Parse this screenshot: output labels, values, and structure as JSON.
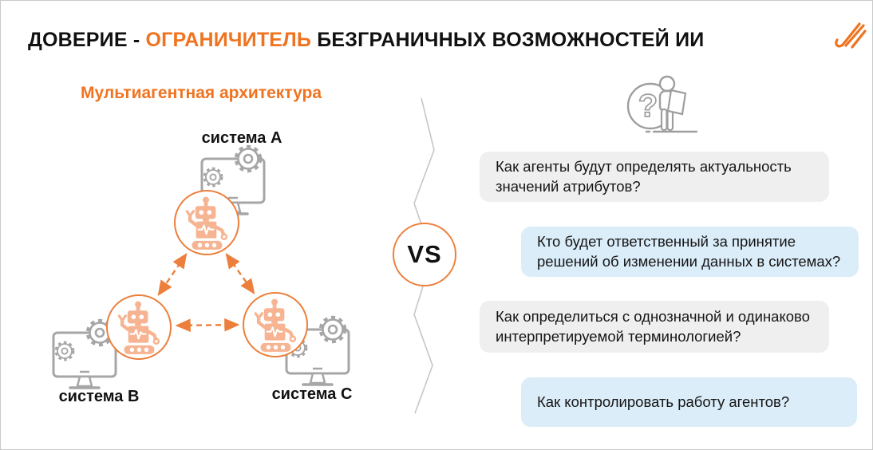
{
  "slide": {
    "title": {
      "part1": "ДОВЕРИЕ - ",
      "accent": "ОГРАНИЧИТЕЛЬ",
      "part2": " БЕЗГРАНИЧНЫХ ВОЗМОЖНОСТЕЙ ИИ"
    },
    "logo_icon": "three-diagonal-strokes"
  },
  "left_panel": {
    "heading": "Мультиагентная архитектура",
    "systems": [
      {
        "label": "система A"
      },
      {
        "label": "система B"
      },
      {
        "label": "система C"
      }
    ],
    "icons": {
      "agent": "robot-agent-icon",
      "system": "monitor-with-gears-icon"
    }
  },
  "center": {
    "vs_label": "VS",
    "divider_icon": "zigzag-divider"
  },
  "right_panel": {
    "icon": "person-reading-question-icon",
    "questions": [
      {
        "style": "gray",
        "text": "Как агенты будут определять актуальность значений атрибутов?"
      },
      {
        "style": "blue",
        "text": "Кто будет ответственный за принятие решений об изменении данных в системах?"
      },
      {
        "style": "gray",
        "text": "Как определиться с однозначной и одинаково интерпретируемой терминологией?"
      },
      {
        "style": "blue",
        "text": "Как контролировать работу агентов?"
      }
    ]
  },
  "colors": {
    "accent_orange": "#f0731f",
    "diagram_orange": "#ec7f3b",
    "robot_fill": "#f6b492",
    "icon_gray": "#a6a6a6",
    "zigzag_gray": "#c6c6c6",
    "bubble_gray": "#efefef",
    "bubble_blue": "#dbedf9",
    "text_dark": "#1a1a1a"
  }
}
